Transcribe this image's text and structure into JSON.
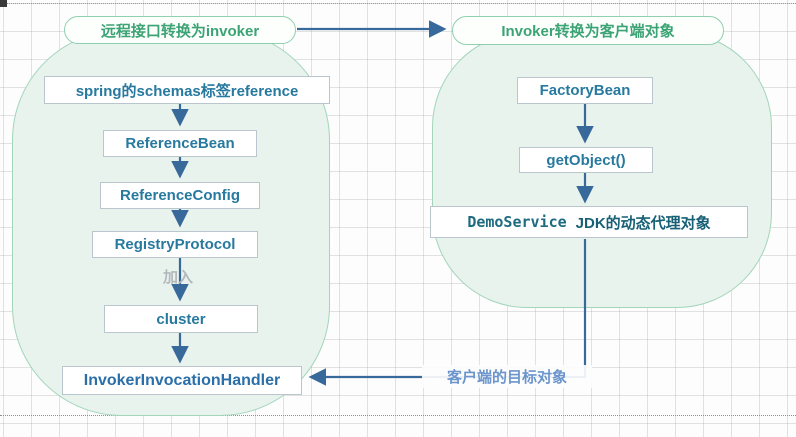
{
  "diagram": {
    "left_group": {
      "header": "远程接口转换为invoker",
      "spring_box": "spring的schemas标签reference",
      "reference_bean": "ReferenceBean",
      "reference_config": "ReferenceConfig",
      "registry_protocol": "RegistryProtocol",
      "join_label": "加入",
      "cluster": "cluster",
      "invocation_handler": "InvokerInvocationHandler"
    },
    "right_group": {
      "header": "Invoker转换为客户端对象",
      "factory_bean": "FactoryBean",
      "get_object": "getObject()",
      "demo_code": "DemoService",
      "demo_text": "JDK的动态代理对象"
    },
    "connector_label": "客户端的目标对象",
    "colors": {
      "group_fill": "#e7f3ec",
      "group_border": "#a2d5ba",
      "header_text": "#3ca374",
      "box_border": "#b9c6cd",
      "box_text": "#27799f",
      "arrow": "#38699b",
      "join_text": "#b4b8bc",
      "connector_text": "#6b95cc",
      "demo_text": "#176076"
    }
  }
}
